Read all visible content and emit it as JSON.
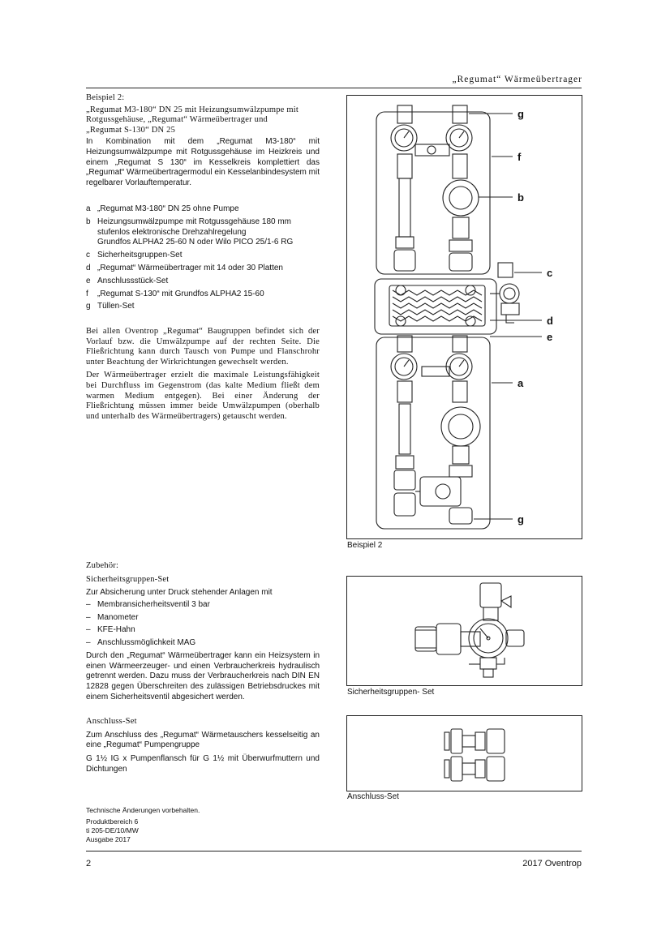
{
  "header": {
    "title": "„Regumat“ Wärmeübertrager"
  },
  "example": {
    "heading": "Beispiel 2:",
    "subtitle_lines": [
      "„Regumat M3-180“ DN 25 mit Heizungsumwälzpumpe mit",
      "Rotgussgehäuse, „Regumat“ Wärmeübertrager und",
      "„Regumat S-130“ DN 25"
    ],
    "intro": "In Kombination mit dem „Regumat M3-180“ mit Heizungsumwälzpumpe mit Rotgussgehäuse im Heizkreis und einem „Regumat S 130“ im Kesselkreis komplettiert das „Regumat“ Wärmeübertragermodul ein Kesselanbindesystem mit regelbarer Vorlauftemperatur.",
    "items": [
      {
        "key": "a",
        "text": "„Regumat M3-180“ DN 25 ohne Pumpe"
      },
      {
        "key": "b",
        "text": "Heizungsumwälzpumpe mit Rotgussgehäuse 180 mm",
        "sub": [
          "stufenlos elektronische Drehzahlregelung",
          "Grundfos ALPHA2 25-60 N oder Wilo PICO 25/1-6 RG"
        ]
      },
      {
        "key": "c",
        "text": "Sicherheitsgruppen-Set"
      },
      {
        "key": "d",
        "text": "„Regumat“ Wärmeübertrager mit 14 oder 30 Platten"
      },
      {
        "key": "e",
        "text": "Anschlussstück-Set"
      },
      {
        "key": "f",
        "text": "„Regumat S-130“ mit Grundfos ALPHA2 15-60"
      },
      {
        "key": "g",
        "text": "Tüllen-Set"
      }
    ],
    "para1": "Bei allen Oventrop „Regumat“ Baugruppen befindet sich der Vorlauf bzw. die Umwälzpumpe auf der rechten Seite. Die Fließrichtung kann durch Tausch von Pumpe und Flanschrohr unter Beachtung der Wirkrichtungen gewechselt werden.",
    "para2": "Der Wärmeübertrager erzielt die maximale Leistungsfähigkeit bei Durchfluss im Gegenstrom (das kalte Medium fließt dem warmen Medium entgegen). Bei einer Änderung der Fließrichtung müssen immer beide Umwälzpumpen (oberhalb und unterhalb des Wärmeübertragers) getauscht werden."
  },
  "figure_main": {
    "caption": "Beispiel 2",
    "labels": {
      "g_top": "g",
      "f": "f",
      "b": "b",
      "c": "c",
      "d": "d",
      "e": "e",
      "a": "a",
      "g_bottom": "g"
    }
  },
  "accessories": {
    "heading": "Zubehör:",
    "safety": {
      "title": "Sicherheitsgruppen-Set",
      "lead": "Zur Absicherung unter Druck stehender Anlagen mit",
      "items": [
        "Membransicherheitsventil 3 bar",
        "Manometer",
        "KFE-Hahn",
        "Anschlussmöglichkeit MAG"
      ],
      "text": "Durch den „Regumat“ Wärmeübertrager kann ein Heizsystem in einen Wärmeerzeuger- und einen Verbraucherkreis hydraulisch getrennt werden. Dazu muss der Verbraucherkreis nach DIN EN 12828 gegen Überschreiten des zulässigen Betriebsdruckes mit einem Sicherheitsventil abgesichert werden.",
      "caption": "Sicherheitsgruppen- Set"
    },
    "connection": {
      "title": "Anschluss-Set",
      "text1": "Zum Anschluss des „Regumat“ Wärmetauschers kesselseitig an eine „Regumat“ Pumpengruppe",
      "text2": "G 1½ IG x Pumpenflansch für G 1½ mit Überwurfmuttern und Dichtungen",
      "caption": "Anschluss-Set"
    }
  },
  "footer": {
    "note": "Technische Änderungen vorbehalten.",
    "lines": [
      "Produktbereich 6",
      "ti 205-DE/10/MW",
      "Ausgabe 2017"
    ],
    "page": "2",
    "brand": "2017 Oventrop"
  }
}
